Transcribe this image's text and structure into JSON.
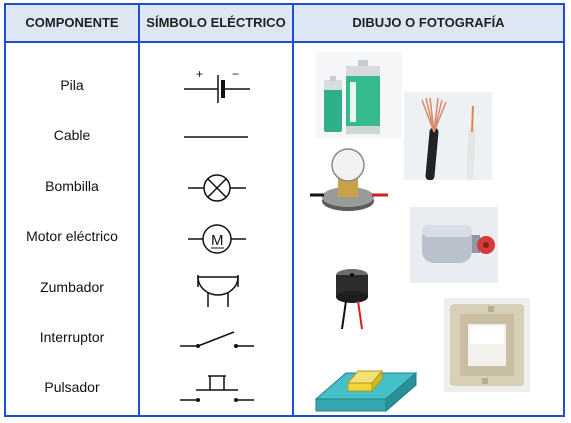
{
  "headers": {
    "component": "COMPONENTE",
    "symbol": "SÍMBOLO ELÉCTRICO",
    "picture": "DIBUJO O FOTOGRAFÍA"
  },
  "rows": [
    {
      "name": "Pila",
      "symbol_icon": "battery-symbol-icon",
      "plus": "+",
      "minus": "−"
    },
    {
      "name": "Cable",
      "symbol_icon": "wire-symbol-icon"
    },
    {
      "name": "Bombilla",
      "symbol_icon": "lamp-symbol-icon"
    },
    {
      "name": "Motor eléctrico",
      "symbol_icon": "motor-symbol-icon",
      "motor_letter": "M"
    },
    {
      "name": "Zumbador",
      "symbol_icon": "buzzer-symbol-icon"
    },
    {
      "name": "Interruptor",
      "symbol_icon": "switch-symbol-icon"
    },
    {
      "name": "Pulsador",
      "symbol_icon": "pushbutton-symbol-icon"
    }
  ],
  "colors": {
    "border": "#1f4fcc",
    "header_bg": "#dde6f3"
  }
}
